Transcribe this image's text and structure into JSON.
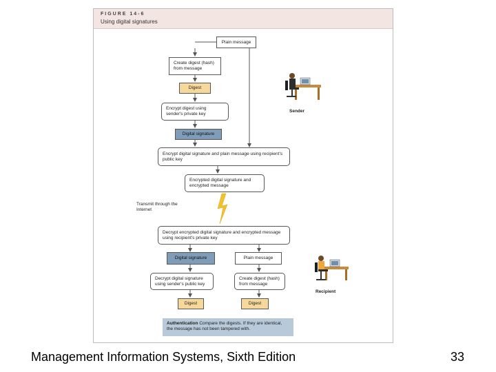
{
  "figure": {
    "label": "FIGURE 14-6",
    "title": "Using digital signatures"
  },
  "flow": {
    "plain_message_top": "Plain message",
    "create_digest_1": "Create digest (hash) from message",
    "digest_1": "Digest",
    "encrypt_digest": "Encrypt digest using sender's private key",
    "digital_signature_1": "Digital signature",
    "encrypt_both": "Encrypt digital signature and plain message using recipient's public key",
    "encrypted_both": "Encrypted digital signature and encrypted message",
    "transmit": "Transmit through the Internet",
    "decrypt_both": "Decrypt encrypted digital signature and encrypted message using recipient's private key",
    "digital_signature_2": "Digital signature",
    "plain_message_2": "Plain message",
    "decrypt_signature": "Decrypt digital signature using sender's public key",
    "create_digest_2": "Create digest (hash) from message",
    "digest_left": "Digest",
    "digest_right": "Digest",
    "auth_bold": "Authentication",
    "auth_text": "Compare the digests. If they are identical, the message has not been tampered with."
  },
  "roles": {
    "sender": "Sender",
    "recipient": "Recipient"
  },
  "colors": {
    "digest_fill": "#f6d99a",
    "signature_fill": "#7f9db8",
    "auth_fill": "#b8c9d9",
    "lightning": "#f2c12e"
  },
  "footer": {
    "title": "Management Information Systems, Sixth Edition",
    "page": "33"
  }
}
